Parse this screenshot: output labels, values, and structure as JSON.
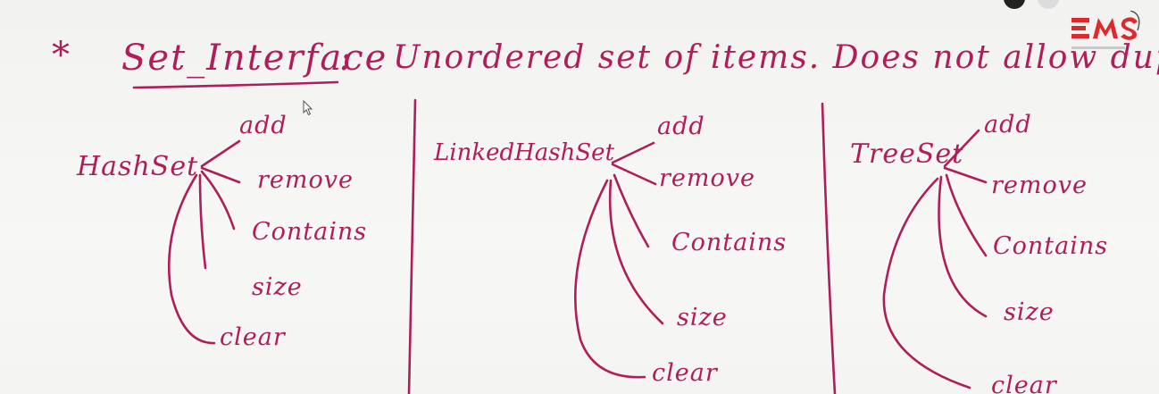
{
  "header": {
    "star": "*",
    "title": "Set_Interface",
    "colon": ":",
    "definition": "Unordered set of items. Does not allow duplicates"
  },
  "columns": [
    {
      "name": "HashSet",
      "methods": [
        "add",
        "remove",
        "Contains",
        "size",
        "clear"
      ]
    },
    {
      "name": "LinkedHashSet",
      "methods": [
        "add",
        "remove",
        "Contains",
        "size",
        "clear"
      ]
    },
    {
      "name": "TreeSet",
      "methods": [
        "add",
        "remove",
        "Contains",
        "size",
        "clear"
      ]
    }
  ],
  "colors": {
    "ink": "#b01e5a",
    "board": "#f5f5f3",
    "logo": "#e0282f"
  },
  "icons": [
    "cursor-icon",
    "logo-icon"
  ]
}
